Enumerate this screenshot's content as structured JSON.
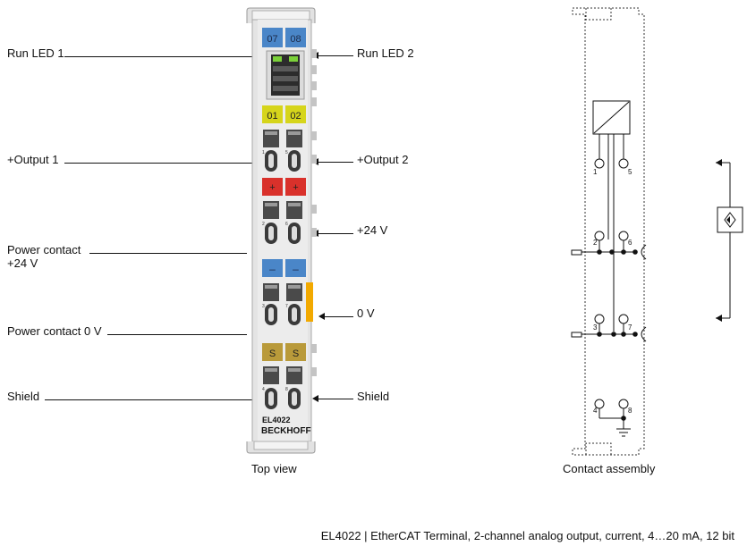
{
  "labels": {
    "run_led_1": "Run LED 1",
    "run_led_2": "Run LED 2",
    "output_1": "+Output 1",
    "output_2": "+Output 2",
    "plus_24v": "+24 V",
    "power_contact_24v_line1": "Power contact",
    "power_contact_24v_line2": "+24 V",
    "zero_v": "0 V",
    "power_contact_0v": "Power contact 0 V",
    "shield_left": "Shield",
    "shield_right": "Shield"
  },
  "terminal": {
    "led_labels": [
      "07",
      "08"
    ],
    "channel_labels": [
      "01",
      "02"
    ],
    "plus_labels": [
      "+",
      "+"
    ],
    "minus_labels": [
      "–",
      "–"
    ],
    "shield_labels": [
      "S",
      "S"
    ],
    "contact_numbers": [
      "1",
      "5",
      "2",
      "6",
      "3",
      "7",
      "4",
      "8"
    ],
    "model": "EL4022",
    "brand": "BECKHOFF",
    "colors": {
      "blue": "#4a86c8",
      "yellow": "#d6d51b",
      "red": "#d9312b",
      "shield": "#b99a3a",
      "orange": "#f2a900"
    }
  },
  "contact_numbers": [
    "1",
    "5",
    "2",
    "6",
    "3",
    "7",
    "4",
    "8"
  ],
  "captions": {
    "top_view": "Top view",
    "contact_assembly": "Contact assembly",
    "footer": "EL4022 | EtherCAT Terminal, 2-channel analog output, current, 4…20 mA, 12 bit"
  }
}
